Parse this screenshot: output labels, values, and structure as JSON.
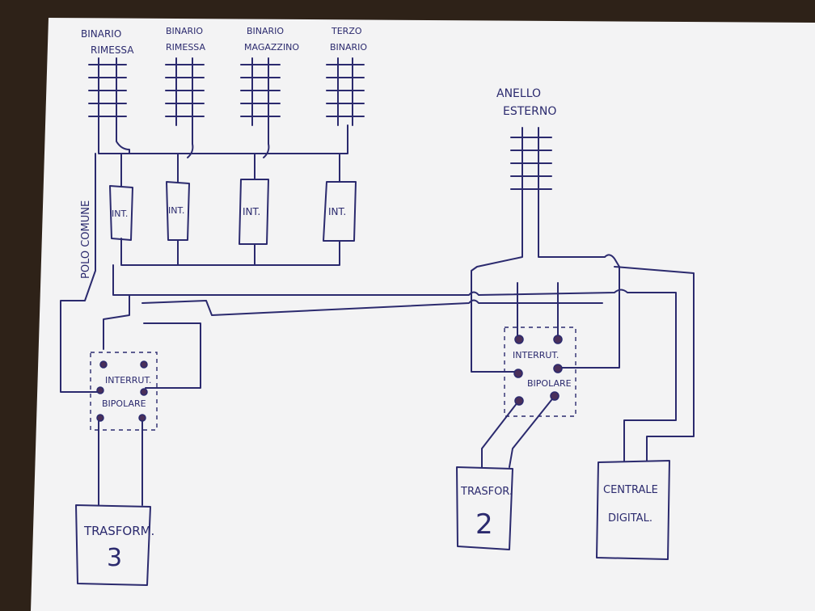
{
  "tracks": [
    {
      "line1": "BINARIO",
      "line2": "RIMESSA"
    },
    {
      "line1": "BINARIO",
      "line2": "RIMESSA"
    },
    {
      "line1": "BINARIO",
      "line2": "MAGAZZINO"
    },
    {
      "line1": "TERZO",
      "line2": "BINARIO"
    }
  ],
  "ring": {
    "line1": "ANELLO",
    "line2": "ESTERNO"
  },
  "switch_labels": [
    "INT.",
    "INT.",
    "INT.",
    "INT."
  ],
  "common_pole": "POLO COMUNE",
  "bipolar_left": {
    "line1": "INTERRUT.",
    "line2": "BIPOLARE"
  },
  "bipolar_right": {
    "line1": "INTERRUT.",
    "line2": "BIPOLARE"
  },
  "transformer_3": {
    "line1": "TRASFORM.",
    "line2": "3"
  },
  "transformer_2": {
    "line1": "TRASFOR.",
    "line2": "2"
  },
  "central": {
    "line1": "CENTRALE",
    "line2": "DIGITAL."
  }
}
